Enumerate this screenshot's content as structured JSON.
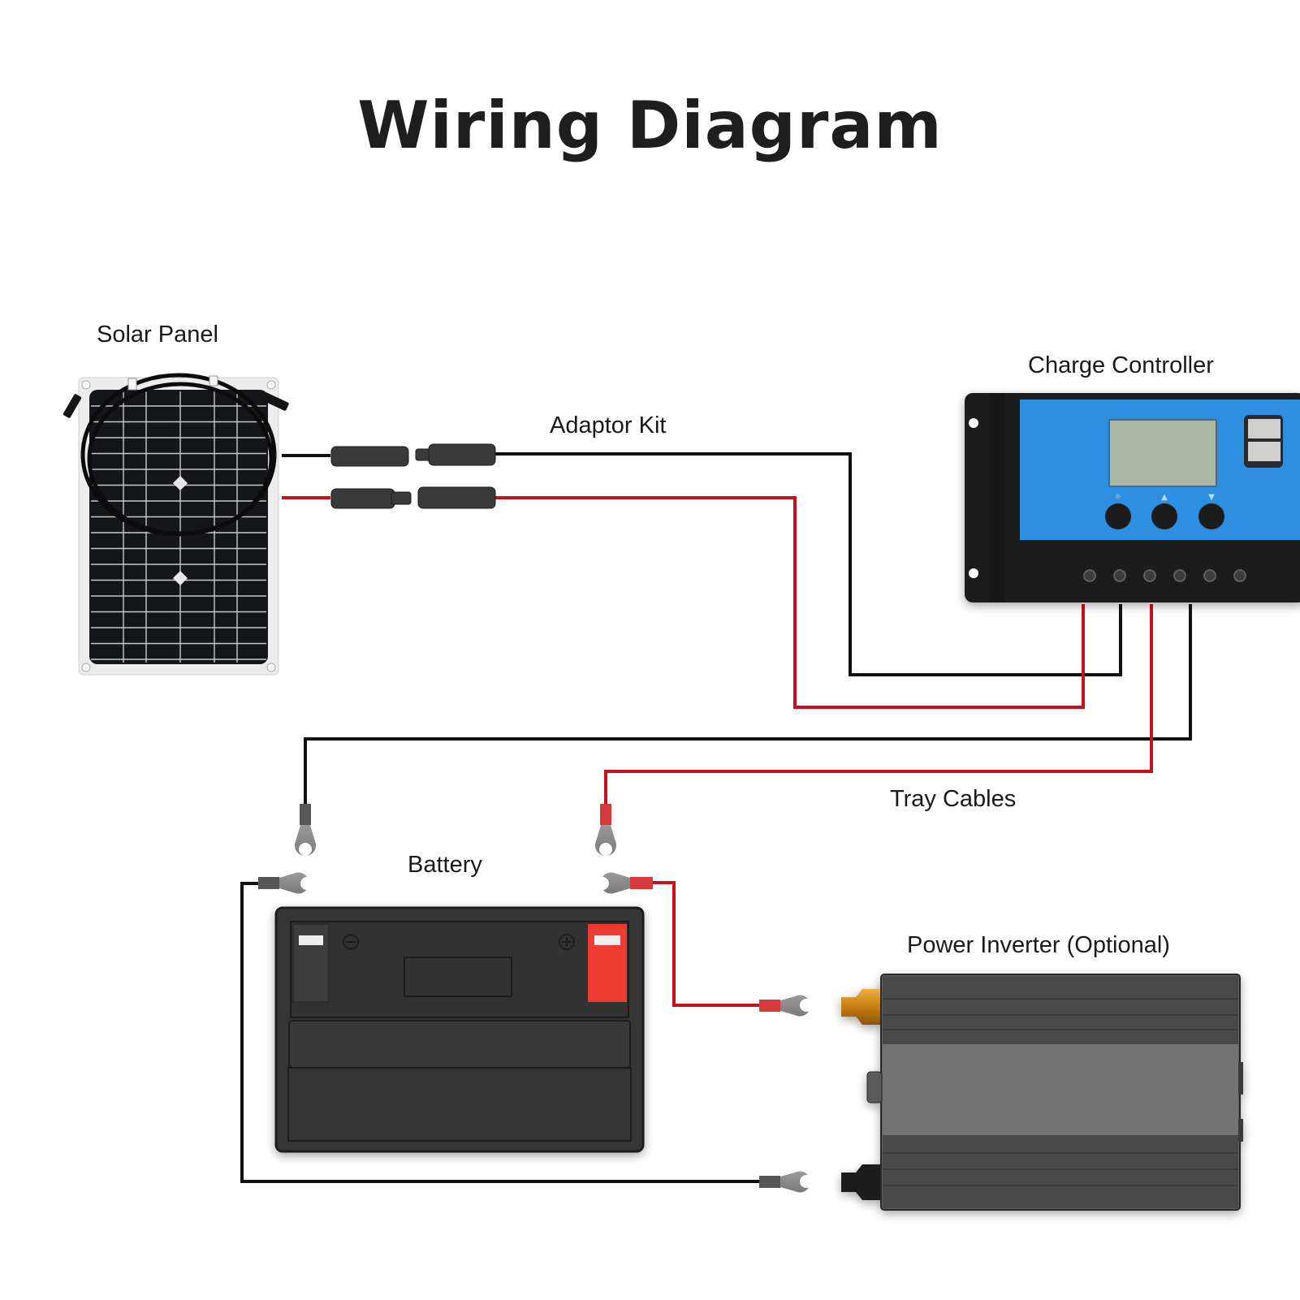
{
  "title": "Wiring Diagram",
  "components": {
    "solar_panel": {
      "label": "Solar Panel"
    },
    "adaptor_kit": {
      "label": "Adaptor Kit"
    },
    "charge_controller": {
      "label": "Charge Controller",
      "buttons": 3,
      "usb_ports": 2,
      "terminals": 6
    },
    "tray_cables": {
      "label": "Tray Cables"
    },
    "battery": {
      "label": "Battery",
      "terminals": [
        "negative",
        "positive"
      ]
    },
    "power_inverter": {
      "label": "Power Inverter (Optional)"
    }
  },
  "colors": {
    "positive_wire": "#c8101c",
    "negative_wire": "#111111",
    "controller_face": "#2f8fe0",
    "battery_body": "#353535",
    "battery_positive": "#ee3b33",
    "inverter_body": "#5a5a5a",
    "inverter_positive_post": "#d9911a"
  },
  "connections": [
    {
      "from": "solar_panel",
      "to": "charge_controller",
      "polarity": "negative"
    },
    {
      "from": "solar_panel",
      "to": "charge_controller",
      "polarity": "positive"
    },
    {
      "from": "charge_controller",
      "to": "battery",
      "polarity": "negative"
    },
    {
      "from": "charge_controller",
      "to": "battery",
      "polarity": "positive"
    },
    {
      "from": "battery",
      "to": "power_inverter",
      "polarity": "positive"
    },
    {
      "from": "battery",
      "to": "power_inverter",
      "polarity": "negative"
    }
  ]
}
